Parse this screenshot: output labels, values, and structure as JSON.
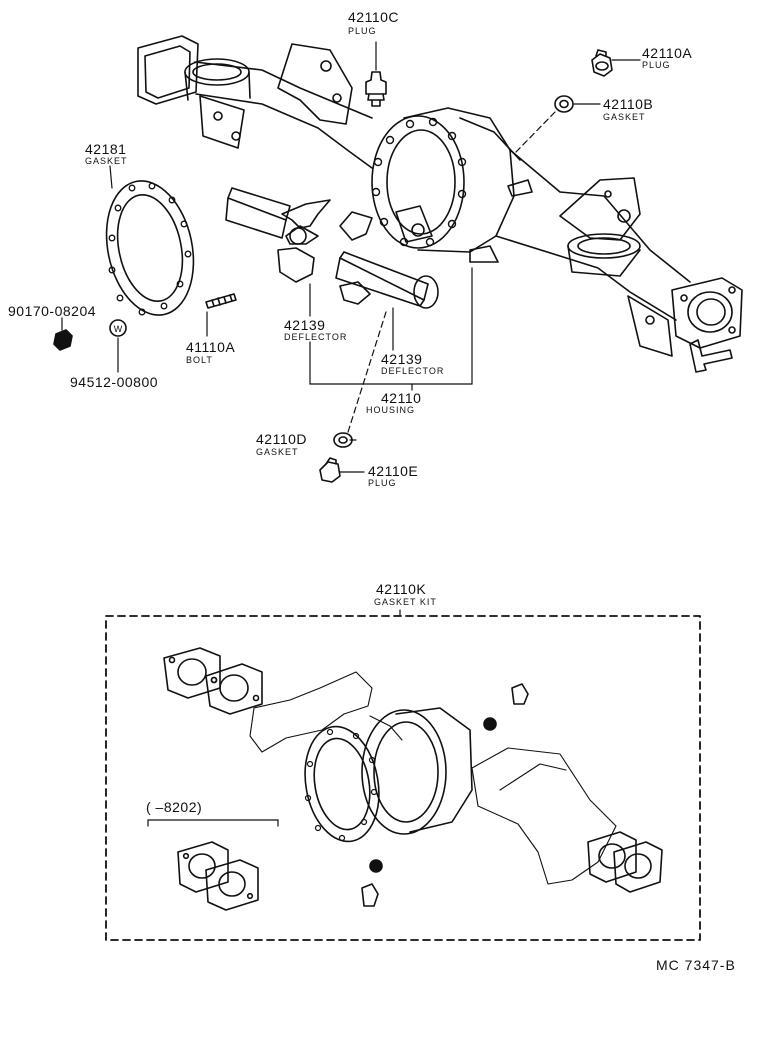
{
  "parts": [
    {
      "id": "p-42110c",
      "number": "42110C",
      "name": "PLUG"
    },
    {
      "id": "p-42110a",
      "number": "42110A",
      "name": "PLUG"
    },
    {
      "id": "p-42110b",
      "number": "42110B",
      "name": "GASKET"
    },
    {
      "id": "p-42181",
      "number": "42181",
      "name": "GASKET"
    },
    {
      "id": "p-90170",
      "number": "90170-08204",
      "name": ""
    },
    {
      "id": "p-41110a",
      "number": "41110A",
      "name": "BOLT"
    },
    {
      "id": "p-42139-l",
      "number": "42139",
      "name": "DEFLECTOR"
    },
    {
      "id": "p-42139-r",
      "number": "42139",
      "name": "DEFLECTOR"
    },
    {
      "id": "p-42110",
      "number": "42110",
      "name": "HOUSING"
    },
    {
      "id": "p-94512",
      "number": "94512-00800",
      "name": ""
    },
    {
      "id": "p-42110d",
      "number": "42110D",
      "name": "GASKET"
    },
    {
      "id": "p-42110e",
      "number": "42110E",
      "name": "PLUG"
    },
    {
      "id": "p-42110k",
      "number": "42110K",
      "name": "GASKET KIT"
    }
  ],
  "washer_mark": "W",
  "date_range": "(    –8202)",
  "reference_code": "MC  7347-B"
}
